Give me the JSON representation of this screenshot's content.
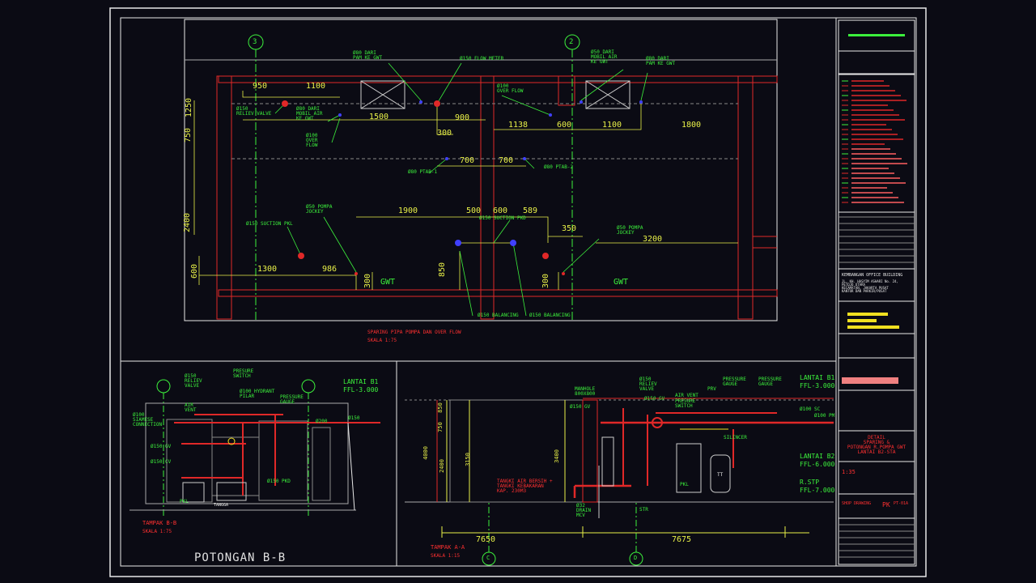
{
  "plan": {
    "grids": [
      "3",
      "2"
    ],
    "dims_top": [
      "950",
      "1100",
      "1500",
      "300",
      "900",
      "1138",
      "600",
      "1100",
      "1800"
    ],
    "dims_mid": [
      "700",
      "700"
    ],
    "dims_low": [
      "1900",
      "500",
      "600",
      "589",
      "350",
      "3200",
      "1300",
      "986",
      "850",
      "300",
      "300"
    ],
    "dims_vert": [
      "750",
      "2400",
      "600",
      "1250"
    ],
    "labels": {
      "p80_pam": "ø80 DARI\nPAM KE GWT",
      "p150_flow": "ø150 FLOW METER",
      "p50_mobil_top": "ø50 DARI\nMOBIL AIR\nKE GWT",
      "p80_pam_right": "ø80 DARI\nPAM KE GWT",
      "p150_relief": "ø150\nRELIEV VALVE",
      "p80_mobil": "ø80 DARI\nMOBIL AIR\nKE GWT",
      "p100_over_left": "ø100\nOVER\nFLOW",
      "p100_over": "ø100\nOVER FLOW",
      "p80_ptab1": "ø80 PTAB-1",
      "p80_ptab2": "ø80 PTAB-2",
      "p50_jockey": "ø50 POMPA\nJOCKEY",
      "p150_suction_pkl": "ø150 SUCTION PKL",
      "p150_suction_pkd": "ø150 SUCTION PKD",
      "p50_jockey2": "ø50 POMPA\nJOCKEY",
      "p150_bal1": "ø150 BALANCING",
      "p150_bal2": "ø150 BALANCING"
    },
    "gwt_left": "GWT",
    "gwt_right": "GWT",
    "caption": "SPARING PIPA POMPA DAN OVER FLOW",
    "scale": "SKALA 1:75"
  },
  "section_b": {
    "level": "LANTAI B1",
    "ffl": "FFL-3.000",
    "labels": {
      "relief": "ø150\nRELIEV\nVALVE",
      "presure_switch": "PRESURE\nSWITCH",
      "hydrant": "ø100 HYDRANT\nPILAR",
      "presure_gauge": "PRESSURE\nGAUGE",
      "air_vent": "AIR\nVENT",
      "siamese": "ø100\nSIAMESE\nCONNECTION",
      "gv": "ø150 GV",
      "cv": "ø150 CV",
      "pkd": "ø150 PKD",
      "p200": "ø200",
      "p150": "ø150",
      "pkl": "PKL",
      "tangga": "TANGGA"
    },
    "caption": "TAMPAK B-B",
    "scale": "SKALA 1:75",
    "title": "POTONGAN B-B"
  },
  "section_a": {
    "level_b1": "LANTAI B1",
    "ffl_b1": "FFL-3.000",
    "level_b2": "LANTAI B2",
    "ffl_b2": "FFL-6.000",
    "level_stp": "R.STP",
    "ffl_stp": "FFL-7.000",
    "labels": {
      "manhole": "MANHOLE\n800x800",
      "relief": "ø150\nRELIEV\nVALVE",
      "air_vent": "AIR VENT",
      "presure_switch": "PRESURE\nSWITCH",
      "presure_gauge1": "PRESSURE\nGAUGE",
      "presure_gauge2": "PRESSURE\nGAUGE",
      "prv": "PRV",
      "silincer": "SILINCER",
      "p150_gv": "ø150 GV",
      "p150_gv2": "ø150 GV",
      "p100_sc": "ø100 SC",
      "p100_pm": "ø100 PM",
      "tank": "TANGKI AIR BERSIH +\nTANGKI KEBAKARAN\nKAP. 230M3",
      "drain": "ø32\nDRAIN\nMCV",
      "str": "STR",
      "pkl": "PKL",
      "tt": "TT"
    },
    "dims": [
      "850",
      "750",
      "4000",
      "2400",
      "3150",
      "3400",
      "7650",
      "7675"
    ],
    "grids": [
      "C",
      "D"
    ],
    "caption": "TAMPAK A-A",
    "scale": "SKALA 1:15"
  },
  "titleblock": {
    "project": "KEMBANGAN OFFICE BUILDING",
    "address": "JL. KH. HASYIM ASHARI No. 24,\nPETOJO UTARA\nKECAMATAN, JAKARTA PUSAT\nKANTOR DAN PARKIR/PUSAT",
    "drawing_title": "DETAIL\nSPARING &\nPOTONGAN R.POMPA GWT\nLANTAI B2-STA",
    "scale": "1:35",
    "status": "SHOP DRAWING",
    "code": "PK",
    "sheet": "PT-01A"
  },
  "colors": {
    "frame": "#e8e8e8",
    "pipe_red": "#e02828",
    "green": "#3cf03c",
    "yellow": "#e8f048",
    "blue": "#4040ff",
    "background": "#0b0b14"
  }
}
